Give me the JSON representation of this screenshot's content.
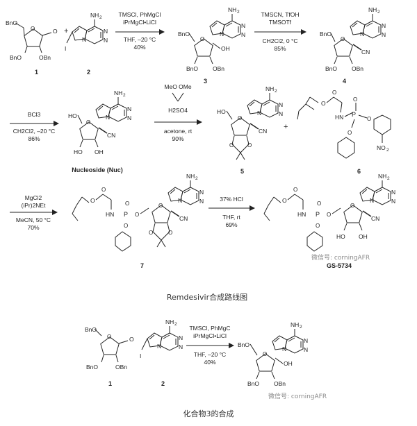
{
  "labels": {
    "compound_1": "1",
    "compound_2": "2",
    "compound_3": "3",
    "compound_4": "4",
    "compound_5": "5",
    "compound_6": "6",
    "compound_7": "7",
    "nucleoside": "Nucleoside (Nuc)",
    "gs5734": "GS-5734",
    "plus": "+"
  },
  "atoms": {
    "nh2": "NH",
    "nh2_sub": "2",
    "n": "N",
    "o": "O",
    "oh": "OH",
    "ho": "HO",
    "bno": "BnO",
    "obn": "OBn",
    "i": "I",
    "cn": "CN",
    "hn": "HN",
    "p": "P",
    "no2": "NO",
    "no2_sub": "2"
  },
  "conditions": {
    "step1": {
      "line1": "TMSCl, PhMgCl",
      "line2": "iPrMgCl•LiCl",
      "line3": "THF, –20 °C",
      "line4": "40%"
    },
    "step2": {
      "line1": "TMSCN, TfOH",
      "line2": "TMSOTf",
      "line3": "CH2Cl2, 0 °C",
      "line4": "85%"
    },
    "step3": {
      "line1": "BCl3",
      "line2": "CH2Cl2, –20 °C",
      "line3": "86%"
    },
    "step4": {
      "line1": "MeO  OMe",
      "line2": "H2SO4",
      "line3": "acetone, rt",
      "line4": "90%"
    },
    "step5": {
      "line1": "MgCl2",
      "line2": "(iPr)2NEt",
      "line3": "MeCN, 50 °C",
      "line4": "70%"
    },
    "step6": {
      "line1": "37% HCl",
      "line2": "THF, rt",
      "line3": "69%"
    },
    "step7": {
      "line1": "TMSCl, PhMgC",
      "line2": "iPrMgCl•LiCl",
      "line3": "THF, –20 °C",
      "line4": "40%"
    }
  },
  "captions": {
    "scheme1": "Remdesivir合成路线图",
    "scheme2": "化合物3的合成"
  },
  "watermark": {
    "text": "微信号: corningAFR"
  }
}
